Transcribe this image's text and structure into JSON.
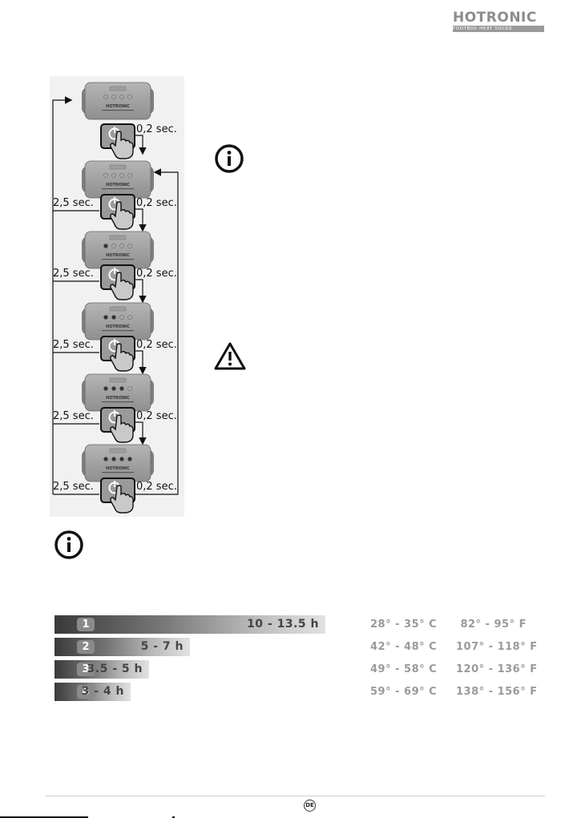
{
  "brand": {
    "name": "HOTRONIC",
    "tagline": "FOOTBOX HEAT SOCKS"
  },
  "diagram": {
    "device_logo": "HOTRONIC",
    "short_press": "0,2 sec.",
    "long_press": "2,5 sec.",
    "steps": [
      {
        "lit_leds": 0
      },
      {
        "lit_leds": 1
      },
      {
        "lit_leds": 2
      },
      {
        "lit_leds": 3
      },
      {
        "lit_leds": 4
      }
    ]
  },
  "icons": {
    "info_top": "info-icon",
    "warning": "warning-icon",
    "info_bottom": "info-icon"
  },
  "runtime": [
    {
      "level": "1",
      "hours": "10 - 13.5 h",
      "celsius": "28° - 35° C",
      "fahrenheit": "82° -  95° F",
      "fill": 1.0
    },
    {
      "level": "2",
      "hours": "5 - 7 h",
      "celsius": "42° - 48° C",
      "fahrenheit": "107° - 118° F",
      "fill": 0.5
    },
    {
      "level": "3",
      "hours": "3.5 - 5 h",
      "celsius": "49° - 58° C",
      "fahrenheit": "120° - 136° F",
      "fill": 0.35
    },
    {
      "level": "4",
      "hours": "3 - 4 h",
      "celsius": "59° - 69° C",
      "fahrenheit": "138° - 156° F",
      "fill": 0.28
    }
  ],
  "footer": {
    "lang_badge": "DE"
  },
  "colors": {
    "temperature_text": "#9a9a9a",
    "bar_dark": "#3a3a3a",
    "bar_light": "#e2e2e2"
  }
}
